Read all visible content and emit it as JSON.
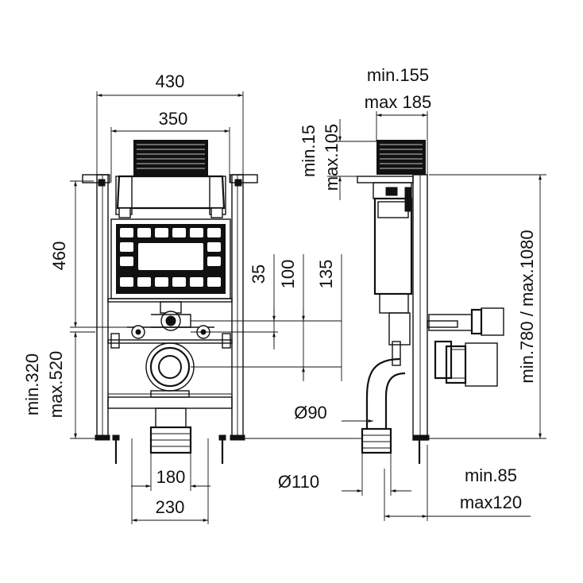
{
  "drawing": {
    "front_view": {
      "width_outer": "430",
      "width_inner": "350",
      "height_frame": "460",
      "drain_height_min": "min.320",
      "drain_height_max": "max.520",
      "offset_35": "35",
      "offset_100": "100",
      "offset_135": "135",
      "leg_spacing_180": "180",
      "leg_spacing_230": "230"
    },
    "side_view": {
      "depth_min": "min.155",
      "depth_max": "max 185",
      "top_min": "min.15",
      "top_max": "max.105",
      "height_range": "min.780 / max.1080",
      "pipe_90": "Ø90",
      "pipe_110": "Ø110",
      "wall_min": "min.85",
      "wall_max": "max120"
    }
  }
}
